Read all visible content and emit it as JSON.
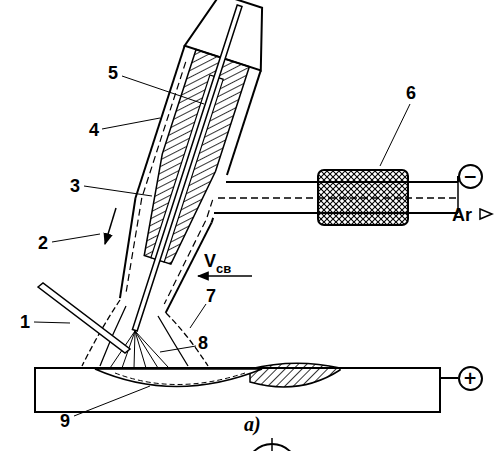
{
  "diagram": {
    "nodes": [
      {
        "text": [
          "−"
        ]
      },
      {
        "text": [
          "+"
        ]
      }
    ],
    "labels": [
      "1",
      "2",
      "3",
      "4",
      "5",
      "6",
      "7",
      "8",
      "9",
      "V",
      "св",
      "Ar",
      "a)"
    ]
  }
}
